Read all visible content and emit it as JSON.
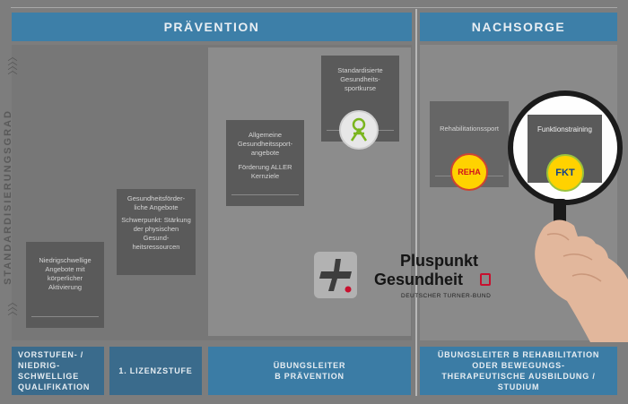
{
  "header": {
    "praevention": "PRÄVENTION",
    "nachsorge": "NACHSORGE"
  },
  "axis": {
    "label": "STANDARDISIERUNGSGRAD"
  },
  "boxes": {
    "niedrig": {
      "text": "Niedrigschwellige Angebote mit körperlicher Aktivierung"
    },
    "gesund": {
      "line1": "Gesundheitsförder-liche Angebote",
      "line2": "Schwerpunkt: Stärkung der physischen Gesund-heitsressourcen"
    },
    "allgemein": {
      "line1": "Allgemeine Gesundheitssport-angebote",
      "line2": "Förderung ALLER Kernziele"
    },
    "standard": {
      "text": "Standardisierte Gesundheits-sportkurse"
    },
    "reha": {
      "text": "Rehabilitationssport"
    },
    "fkt": {
      "text": "Funktionstraining"
    }
  },
  "seals": {
    "reha": "REHA",
    "fkt": "FKT"
  },
  "logo": {
    "line1": "Pluspunkt",
    "line2": "Gesundheit",
    "subtitle": "DEUTSCHER TURNER-BUND",
    "accent": "#c8102e",
    "icon": "dtb-plus-icon"
  },
  "bottom": {
    "vorstufe": "VORSTUFEN- / NIEDRIG-SCHWELLIGE QUALIFIKATION",
    "lizenz": "1. LIZENZSTUFE",
    "uebungsleiter_prev": "ÜBUNGSLEITER B PRÄVENTION",
    "uebungsleiter_reha": "ÜBUNGSLEITER B REHABILITATION ODER BEWEGUNGS-THERAPEUTISCHE AUSBILDUNG / STUDIUM"
  },
  "colors": {
    "header_blue": "#3d7fa8",
    "bottom_blue": "#3a6b8c",
    "box_gray": "#5a5a5a"
  }
}
